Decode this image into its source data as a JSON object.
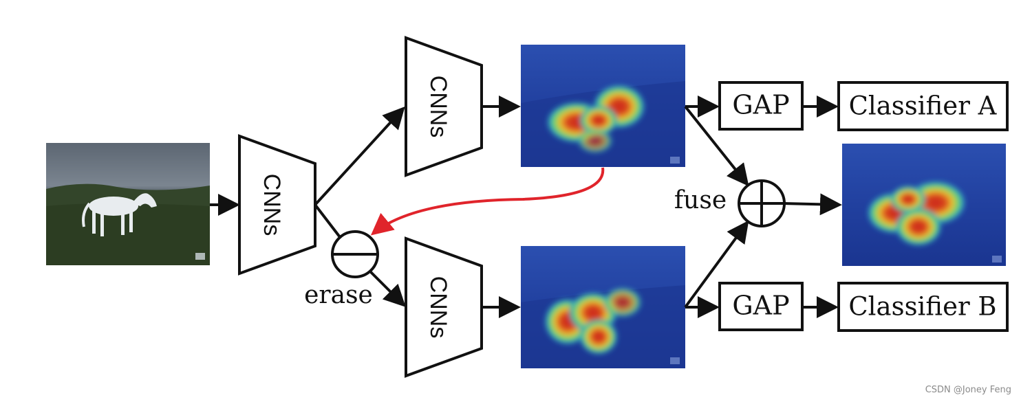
{
  "labels": {
    "cnn_main": "CNNs",
    "cnn_top": "CNNs",
    "cnn_bottom": "CNNs",
    "erase": "erase",
    "fuse": "fuse",
    "gap_top": "GAP",
    "gap_bottom": "GAP",
    "classifier_a": "Classifier A",
    "classifier_b": "Classifier B"
  },
  "watermark": "CSDN @Joney Feng",
  "colors": {
    "line": "#111111",
    "feedback_arrow": "#e0242b",
    "heatmap_bg": "#1f3c9e",
    "heatmap_hot": "#d4261f",
    "heatmap_warm": "#f2c22e",
    "heatmap_mid": "#56d36a"
  }
}
